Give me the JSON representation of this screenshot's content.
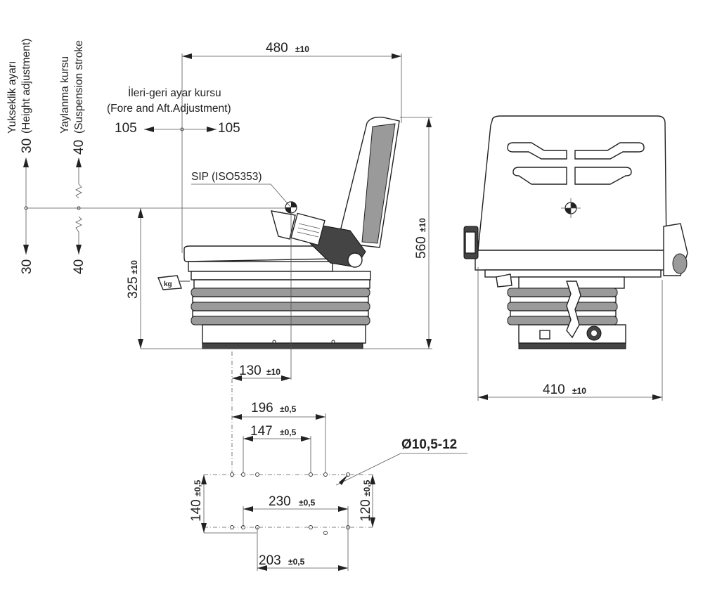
{
  "labels": {
    "height_tr": "Yukseklik ayarı",
    "height_en": "(Height adjustment)",
    "height_up": "30",
    "height_down": "30",
    "susp_tr": "Yaylanma kursu",
    "susp_en": "(Suspension stroke",
    "susp_up": "40",
    "susp_down": "40",
    "fore_tr": "İleri-geri ayar kursu",
    "fore_en": "(Fore and Aft.Adjustment)",
    "fore_left": "105",
    "fore_right": "105",
    "sip": "SIP (ISO5353)",
    "hole_dia": "Ø10,5-12"
  },
  "dimensions": {
    "width_top": {
      "value": "480",
      "tol": "±10"
    },
    "height_total": {
      "value": "560",
      "tol": "±10"
    },
    "sip_height": {
      "value": "325",
      "tol": "±10"
    },
    "sip_offset": {
      "value": "130",
      "tol": "±10"
    },
    "front_width": {
      "value": "410",
      "tol": "±10"
    },
    "hole_196": {
      "value": "196",
      "tol": "±0,5"
    },
    "hole_147": {
      "value": "147",
      "tol": "±0,5"
    },
    "hole_230": {
      "value": "230",
      "tol": "±0,5"
    },
    "hole_203": {
      "value": "203",
      "tol": "±0,5"
    },
    "hole_140": {
      "value": "140",
      "tol": "±0,5"
    },
    "hole_120": {
      "value": "120",
      "tol": "±0,5"
    }
  }
}
